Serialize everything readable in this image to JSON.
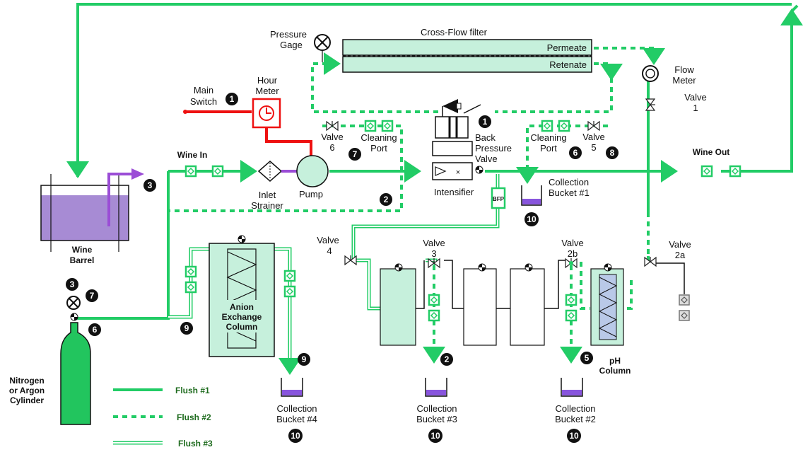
{
  "labels": {
    "cross_flow_filter": "Cross-Flow filter",
    "permeate": "Permeate",
    "retenate": "Retenate",
    "pressure_gage_1": "Pressure",
    "pressure_gage_2": "Gage",
    "hour_meter_1": "Hour",
    "hour_meter_2": "Meter",
    "main_switch_1": "Main",
    "main_switch_2": "Switch",
    "flow_meter_1": "Flow",
    "flow_meter_2": "Meter",
    "valve1_1": "Valve",
    "valve1_2": "1",
    "valve6_1": "Valve",
    "valve6_2": "6",
    "cleaning_port_left_1": "Cleaning",
    "cleaning_port_left_2": "Port",
    "cleaning_port_right_1": "Cleaning",
    "cleaning_port_right_2": "Port",
    "valve5_1": "Valve",
    "valve5_2": "5",
    "bpv_1": "Back",
    "bpv_2": "Pressure",
    "bpv_3": "Valve",
    "wine_in": "Wine In",
    "wine_out": "Wine Out",
    "inlet_strainer_1": "Inlet",
    "inlet_strainer_2": "Strainer",
    "pump": "Pump",
    "intensifier": "Intensifier",
    "bfp": "BFP",
    "collection_bucket1_1": "Collection",
    "collection_bucket1_2": "Bucket #1",
    "wine_barrel_1": "Wine",
    "wine_barrel_2": "Barrel",
    "valve4_1": "Valve",
    "valve4_2": "4",
    "valve3_1": "Valve",
    "valve3_2": "3",
    "valve2b_1": "Valve",
    "valve2b_2": "2b",
    "valve2a_1": "Valve",
    "valve2a_2": "2a",
    "anion_1": "Anion",
    "anion_2": "Exchange",
    "anion_3": "Column",
    "ph_1": "pH",
    "ph_2": "Column",
    "nitrogen_1": "Nitrogen",
    "nitrogen_2": "or Argon",
    "nitrogen_3": "Cylinder",
    "bucket4_1": "Collection",
    "bucket4_2": "Bucket #4",
    "bucket3_1": "Collection",
    "bucket3_2": "Bucket #3",
    "bucket2_1": "Collection",
    "bucket2_2": "Bucket #2"
  },
  "legend": {
    "flush1": "Flush #1",
    "flush2": "Flush #2",
    "flush3": "Flush #3"
  },
  "step_numbers": {
    "main_switch": "1",
    "bpv": "1",
    "barrel": "3",
    "gas_a": "3",
    "gas_b": "7",
    "gas_c": "6",
    "cleaning_left": "7",
    "cleaning_right_a": "6",
    "cleaning_right_b": "8",
    "dashed_loop": "2",
    "bucket1": "10",
    "column_left": "9",
    "bucket4_top": "9",
    "valve3_drain": "2",
    "valve2b_drain": "5",
    "bucket4": "10",
    "bucket3": "10",
    "bucket2": "10"
  },
  "colors": {
    "flush_green": "#22cc66",
    "power_red": "#ee1111",
    "wine_purple": "#a78bd4",
    "bucket_purple": "#8855dd",
    "filter_fill": "#c6f0dc",
    "ph_column": "#b9c9e8",
    "cylinder": "#22c55e"
  }
}
